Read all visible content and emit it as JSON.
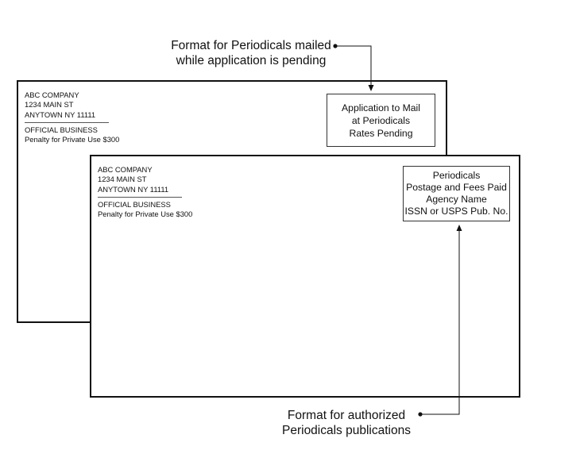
{
  "callout_top": {
    "lines": [
      "Format for Periodicals mailed",
      "while application is pending"
    ]
  },
  "callout_bottom": {
    "lines": [
      "Format for authorized",
      "Periodicals publications"
    ]
  },
  "envelope_back": {
    "return_address": [
      "ABC COMPANY",
      "1234 MAIN ST",
      "ANYTOWN NY 11111"
    ],
    "official": [
      "OFFICIAL BUSINESS",
      "Penalty for Private Use $300"
    ],
    "indicia": [
      "Application to Mail",
      "at Periodicals",
      "Rates Pending"
    ]
  },
  "envelope_front": {
    "return_address": [
      "ABC COMPANY",
      "1234 MAIN ST",
      "ANYTOWN NY 11111"
    ],
    "official": [
      "OFFICIAL BUSINESS",
      "Penalty for Private Use $300"
    ],
    "indicia": [
      "Periodicals",
      "Postage and Fees Paid",
      "Agency Name",
      "ISSN or USPS Pub. No."
    ]
  },
  "colors": {
    "line": "#111111",
    "background": "#ffffff"
  }
}
